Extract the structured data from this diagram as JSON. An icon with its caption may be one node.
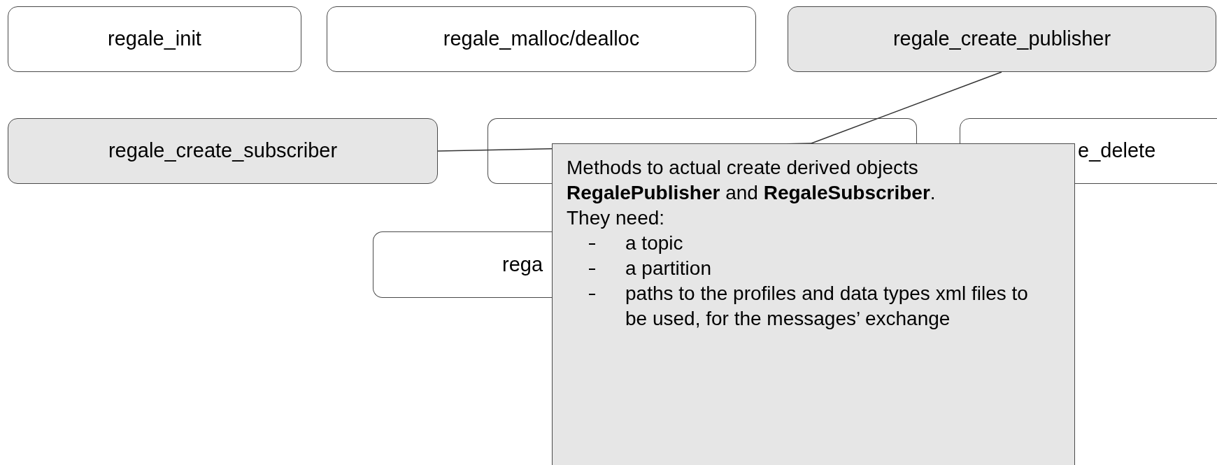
{
  "diagram": {
    "nodes": [
      {
        "text": [
          "regale_init"
        ]
      },
      {
        "text": [
          "regale_malloc/dealloc"
        ]
      },
      {
        "text": [
          "regale_create_publisher"
        ]
      },
      {
        "text": [
          "regale_create_subscriber"
        ]
      },
      {
        "text": [],
        "shape": "box"
      },
      {
        "text": [
          "e_delete"
        ]
      },
      {
        "text": [
          "rega"
        ]
      },
      {
        "text": [
          "Methods to actual create derived objects **RegalePublisher** and **RegaleSubscriber**.",
          "They need:",
          "a topic",
          "a partition",
          "paths to the profiles and data types xml files to be used, for the messages’ exchange"
        ]
      }
    ],
    "edges": [
      {
        "from": 7,
        "to": 2,
        "arrow": "none"
      },
      {
        "from": 7,
        "to": 3,
        "arrow": "none"
      }
    ]
  }
}
